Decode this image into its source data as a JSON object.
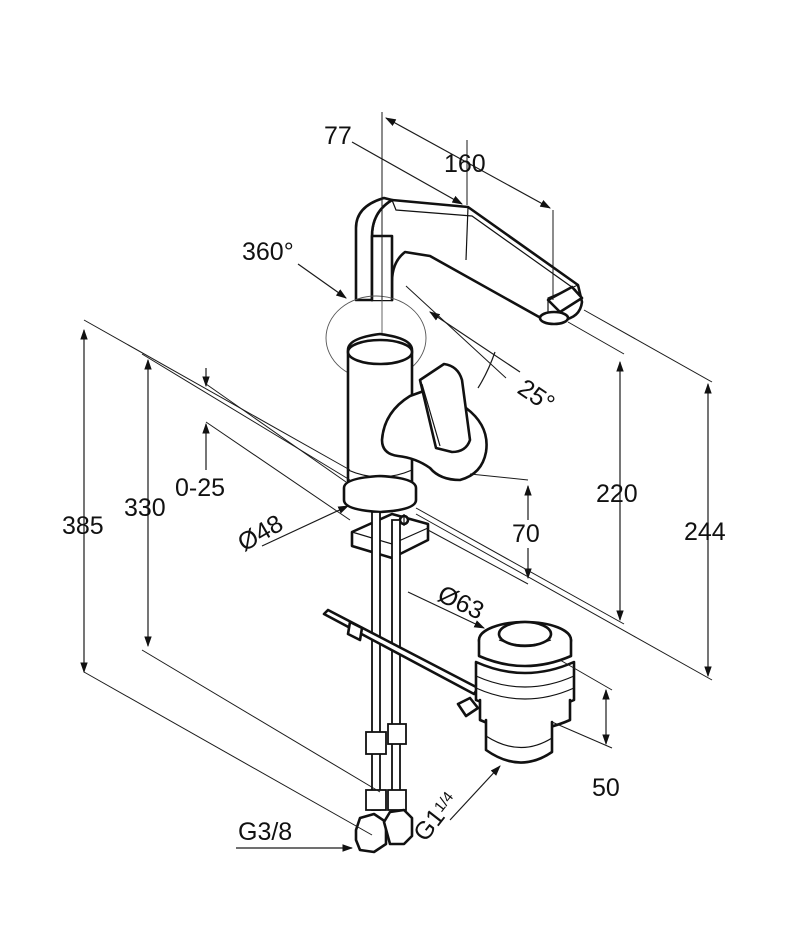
{
  "labels": {
    "d77": "77",
    "d160": "160",
    "d360": "360°",
    "d25": "25°",
    "d385": "385",
    "d330": "330",
    "d0_25": "0-25",
    "d48": "Ø48",
    "d70": "70",
    "d220": "220",
    "d244": "244",
    "d63": "Ø63",
    "d50": "50",
    "g114_main": "G1",
    "g114_frac": "1/4",
    "g38": "G3/8"
  },
  "colors": {
    "line": "#111111",
    "background": "#ffffff"
  }
}
